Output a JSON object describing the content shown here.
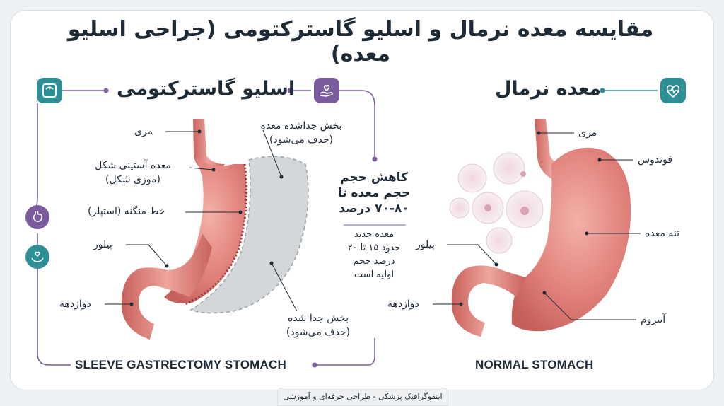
{
  "title": "مقایسه معده نرمال و اسلیو گاسترکتومی (جراحی اسلیو معده)",
  "sleeve": {
    "heading": "اسلیو گاسترکتومی",
    "caption": "SLEEVE GASTRECTOMY STOMACH",
    "labels": {
      "esophagus": "مری",
      "tube_line1": "معده آستینی شکل",
      "tube_line2": "(موزی شکل)",
      "staple": "خط منگنه (استپلر)",
      "pylorus": "پیلور",
      "duodenum": "دوازدهه",
      "removed_top_line1": "بخش جداشده معده",
      "removed_top_line2": "(حذف می‌شود)",
      "removed_bottom_line1": "بخش جدا شده",
      "removed_bottom_line2": "(حذف می‌شود)"
    }
  },
  "middle": {
    "reduction_line1": "کاهش حجم",
    "reduction_line2": "حجم معده تا",
    "reduction_line3": "۷۰-۸۰ درصد",
    "new_line1": "معده جدید",
    "new_line2": "حدود ۱۵ تا ۲۰",
    "new_line3": "درصد حجم",
    "new_line4": "اولیه است"
  },
  "normal": {
    "heading": "معده نرمال",
    "caption": "NORMAL STOMACH",
    "labels": {
      "esophagus": "مری",
      "fundus": "فوندوس",
      "body": "تنه معده",
      "pylorus": "پیلور",
      "duodenum": "دوازدهه",
      "antrum": "آنتروم"
    }
  },
  "footer": "اینفوگرافیک پزشکی - طراحی حرفه‌ای و آموزشی",
  "colors": {
    "teal": "#2f8f96",
    "purple": "#7a5c9e",
    "stomach": "#e0807a",
    "stomach_dark": "#b85450",
    "removed_gray": "#d4d7da"
  },
  "icons": [
    "scale-icon",
    "heart-hand-icon",
    "heartbeat-icon",
    "stomach-icon",
    "care-hands-icon"
  ]
}
